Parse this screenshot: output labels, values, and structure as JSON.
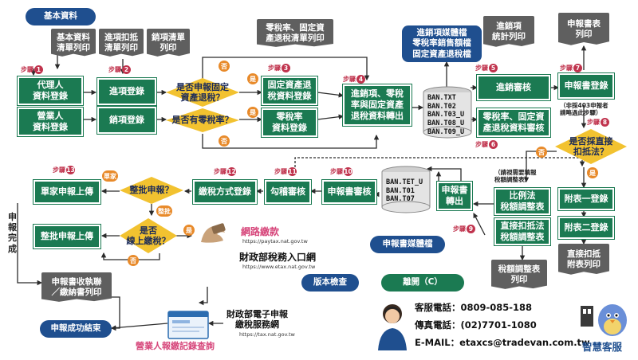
{
  "colors": {
    "green": "#1b7a52",
    "grey": "#5f5f5f",
    "navy": "#1f4f8f",
    "diamond": "#f2c230",
    "step": "#c0334d",
    "orange": "#e88a2a",
    "link": "#d6457a",
    "flow": "#2b2b2b"
  },
  "labels": {
    "basic": "基本資料",
    "basic_list": "基本資料\n清單列印",
    "in_list": "進項扣抵\n清單列印",
    "out_list": "銷項清單\n列印",
    "agent": "代理人\n資料登錄",
    "business": "營業人\n資料登錄",
    "in_reg": "進項登錄",
    "out_reg": "銷項登錄",
    "q_fixed": "是否申報固定\n資產退稅？",
    "q_zero": "是否有零稅率？",
    "fixed_reg": "固定資產退\n稅資料登錄",
    "zero_reg": "零稅率\n資料登錄",
    "zero_list": "零稅率、固定資\n產退稅清單列印",
    "transfer": "進銷項、零稅\n率與固定資產\n退稅資料轉出",
    "media_files": "進銷項媒體檔\n零稅率銷售額檔\n固定資產退稅檔",
    "db1": "BAN.TXT\nBAN.T02\nBAN.T03_U\nBAN.T08_U\nBAN.T09_U",
    "review": "進銷審核",
    "stat_print": "進銷項\n統計列印",
    "zero_review": "零稅率、固定資\n產退稅資料審核",
    "report_reg": "申報書登錄",
    "report_print": "申報書表\n列印",
    "note403": "（非採403申報者\n請略過此步驟）",
    "q_direct": "是否採直接\n扣抵法？",
    "att1": "附表一登錄",
    "att2": "附表二登錄",
    "att_print": "直接扣抵\n附表列印",
    "adj_note": "（請視需要填報\n稅額調整表）",
    "ratio_adj": "比例法\n稅額調整表",
    "direct_adj": "直接扣抵法\n稅額調整表",
    "adj_print": "稅額調整表\n列印",
    "report_out": "申報書\n轉出",
    "db2": "BAN.TET_U\nBAN.T01\nBAN.T07",
    "report_media": "申報書媒體檔",
    "report_review": "申報書審核",
    "check_review": "勾稽審核",
    "pay_reg": "繳稅方式登錄",
    "q_batch": "整批申報？",
    "single_upload": "單家申報上傳",
    "batch_upload": "整批申報上傳",
    "q_online": "是否\n線上繳稅？",
    "paytax": "網路繳款",
    "paytax_url": "https://paytax.nat.gov.tw",
    "etax": "財政部稅務入口網",
    "etax_url": "https://www.etax.nat.gov.tw",
    "done_v": "申\n報\n完\n成",
    "receipt_print": "申報書收執聯\n／繳納書列印",
    "success": "申報成功結束",
    "ebill": "財政部電子申報\n繳稅服務網",
    "ebill_url": "https://tax.nat.gov.tw",
    "pay_query": "營業人報繳記錄查詢",
    "version": "版本檢查",
    "leave": "離開（C）",
    "phone": "客服電話：0809-085-188",
    "fax": "傳真電話：(02)7701-1080",
    "email": "E-MAIL：etaxcs@tradevan.com.tw",
    "wise": "智慧客服",
    "yes": "是",
    "no": "否",
    "single": "單家",
    "batch": "整批",
    "step_word": "步驟"
  },
  "steps": [
    "1",
    "2",
    "3",
    "4",
    "5",
    "6",
    "7",
    "8",
    "9",
    "10",
    "11",
    "12",
    "13"
  ]
}
